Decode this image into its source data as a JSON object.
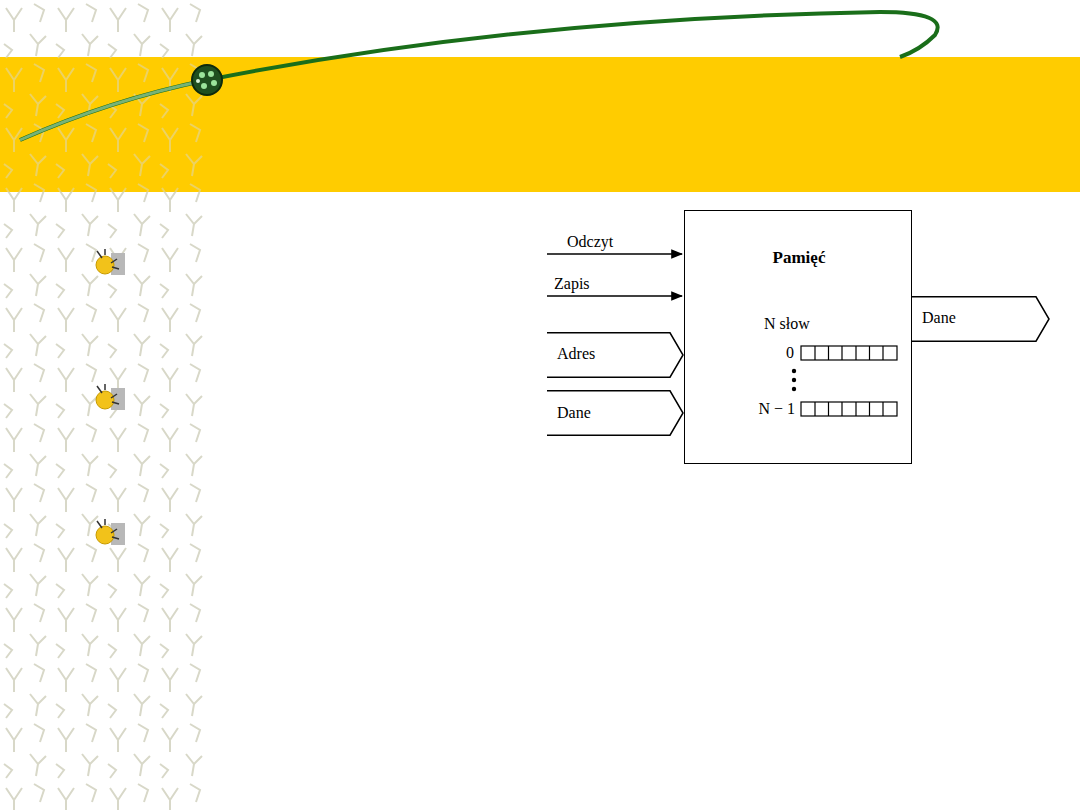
{
  "diagram": {
    "nodes": [
      {
        "text": [
          "Pamięć",
          "N słow"
        ]
      },
      {
        "text": [
          "Adres"
        ]
      },
      {
        "text": [
          "Dane"
        ]
      },
      {
        "text": [
          "Dane"
        ]
      }
    ],
    "labels": [
      "Odczyt",
      "Zapis",
      "0",
      "N − 1"
    ]
  }
}
